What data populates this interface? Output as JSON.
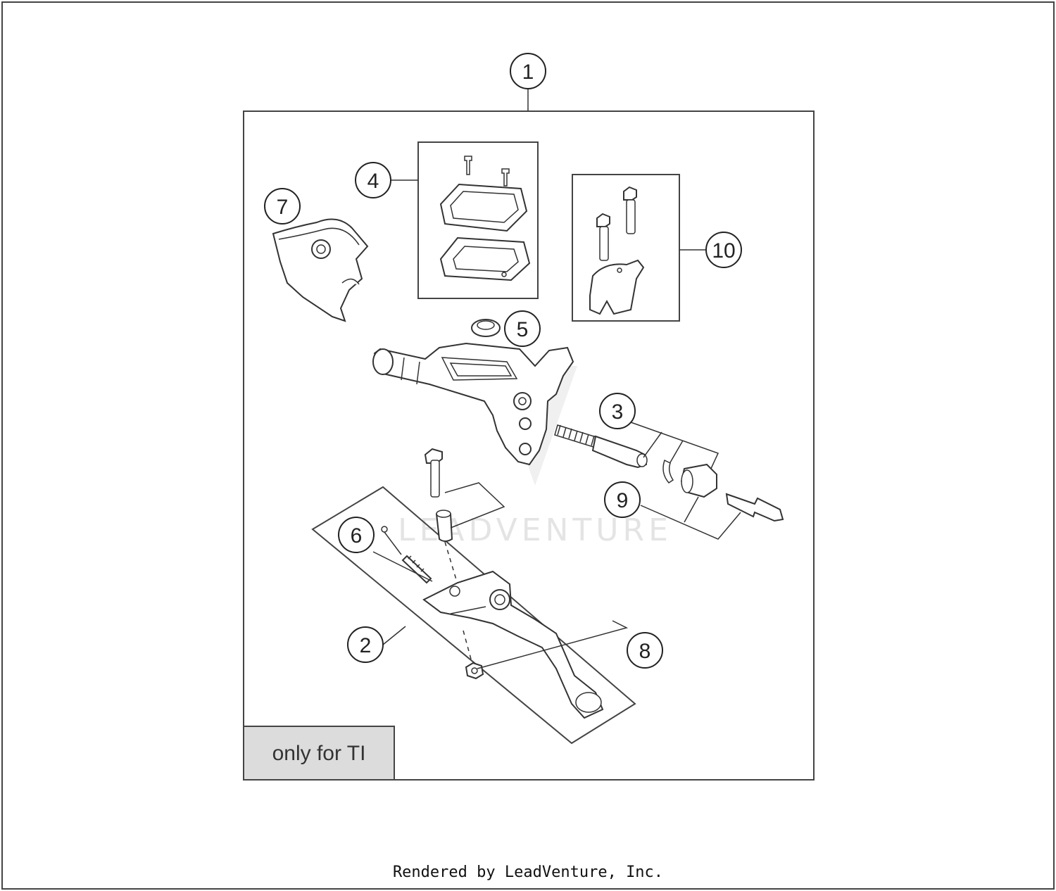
{
  "diagram": {
    "callouts": [
      {
        "id": "1",
        "label": "1"
      },
      {
        "id": "2",
        "label": "2"
      },
      {
        "id": "3",
        "label": "3"
      },
      {
        "id": "4",
        "label": "4"
      },
      {
        "id": "5",
        "label": "5"
      },
      {
        "id": "6",
        "label": "6"
      },
      {
        "id": "7",
        "label": "7"
      },
      {
        "id": "8",
        "label": "8"
      },
      {
        "id": "9",
        "label": "9"
      },
      {
        "id": "10",
        "label": "10"
      }
    ],
    "note_label": "only for TI",
    "watermark": "LEADVENTURE",
    "footer": "Rendered by LeadVenture, Inc.",
    "colors": {
      "line": "#333333",
      "note_fill": "#dcdcdc",
      "watermark": "#e4e4e4"
    }
  }
}
